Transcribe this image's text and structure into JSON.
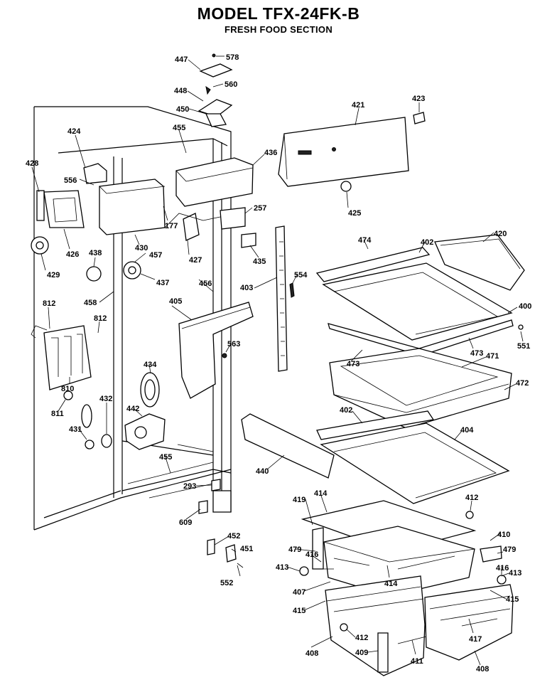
{
  "header": {
    "title": "MODEL TFX-24FK-B",
    "subtitle": "FRESH FOOD SECTION"
  },
  "callouts": {
    "c447": "447",
    "c578": "578",
    "c448": "448",
    "c560": "560",
    "c450": "450",
    "c421": "421",
    "c423": "423",
    "c424": "424",
    "c455a": "455",
    "c436": "436",
    "c428": "428",
    "c556": "556",
    "c425": "425",
    "c257": "257",
    "c177": "177",
    "c426": "426",
    "c430": "430",
    "c427": "427",
    "c435": "435",
    "c429": "429",
    "c438": "438",
    "c457": "457",
    "c437": "437",
    "c456": "456",
    "c474": "474",
    "c402a": "402",
    "c420": "420",
    "c554": "554",
    "c403": "403",
    "c458": "458",
    "c812a": "812",
    "c812b": "812",
    "c405": "405",
    "c400": "400",
    "c551": "551",
    "c473a": "473",
    "c471": "471",
    "c473b": "473",
    "c563": "563",
    "c472": "472",
    "c434": "434",
    "c810": "810",
    "c811": "811",
    "c432": "432",
    "c442": "442",
    "c431": "431",
    "c402b": "402",
    "c404": "404",
    "c455b": "455",
    "c440": "440",
    "c293": "293",
    "c609": "609",
    "c419": "419",
    "c414a": "414",
    "c412a": "412",
    "c452": "452",
    "c451": "451",
    "c410": "410",
    "c479a": "479",
    "c416a": "416",
    "c479b": "479",
    "c413a": "413",
    "c414b": "414",
    "c416b": "416",
    "c413b": "413",
    "c552": "552",
    "c407": "407",
    "c415a": "415",
    "c415b": "415",
    "c412b": "412",
    "c417": "417",
    "c408a": "408",
    "c409": "409",
    "c411": "411",
    "c408b": "408"
  }
}
